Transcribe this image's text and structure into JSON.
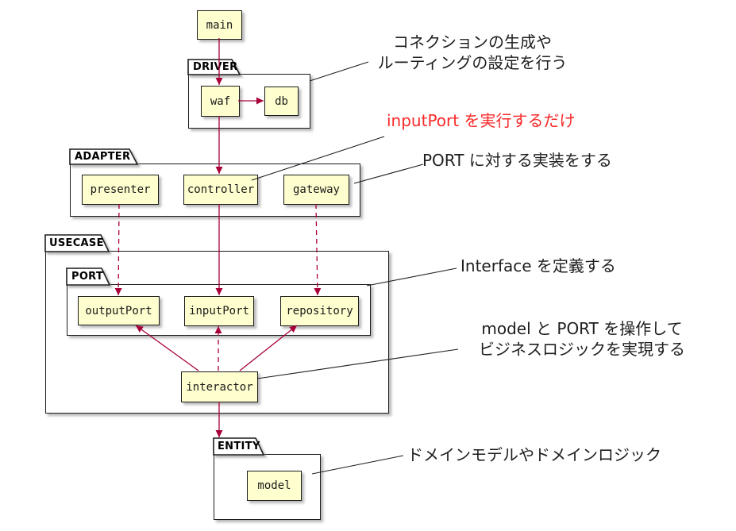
{
  "colors": {
    "node_fill": "#fefece",
    "border": "#1b1b1b",
    "arrow": "#a80036",
    "note_red": "#f82929",
    "note_black": "#1e1e1e"
  },
  "packages": {
    "driver": "DRIVER",
    "adapter": "ADAPTER",
    "usecase": "USECASE",
    "port": "PORT",
    "entity": "ENTITY"
  },
  "nodes": {
    "main": "main",
    "waf": "waf",
    "db": "db",
    "presenter": "presenter",
    "controller": "controller",
    "gateway": "gateway",
    "outputPort": "outputPort",
    "inputPort": "inputPort",
    "repository": "repository",
    "interactor": "interactor",
    "model": "model"
  },
  "edges": [
    {
      "from": "main",
      "to": "waf",
      "style": "solid"
    },
    {
      "from": "waf",
      "to": "db",
      "style": "solid"
    },
    {
      "from": "waf",
      "to": "controller",
      "style": "solid"
    },
    {
      "from": "presenter",
      "to": "outputPort",
      "style": "dashed"
    },
    {
      "from": "controller",
      "to": "inputPort",
      "style": "solid"
    },
    {
      "from": "gateway",
      "to": "repository",
      "style": "dashed"
    },
    {
      "from": "interactor",
      "to": "outputPort",
      "style": "solid"
    },
    {
      "from": "interactor",
      "to": "inputPort",
      "style": "dashed"
    },
    {
      "from": "interactor",
      "to": "repository",
      "style": "solid"
    },
    {
      "from": "interactor",
      "to": "ENTITY",
      "style": "solid"
    }
  ],
  "annotations": {
    "driver_note_line1": "コネクションの生成や",
    "driver_note_line2": "ルーティングの設定を行う",
    "controller_note": "inputPort を実行するだけ",
    "adapter_note": "PORT に対する実装をする",
    "port_note": "Interface を定義する",
    "interactor_note_line1": "model と PORT を操作して",
    "interactor_note_line2": "ビジネスロジックを実現する",
    "entity_note": "ドメインモデルやドメインロジック"
  }
}
